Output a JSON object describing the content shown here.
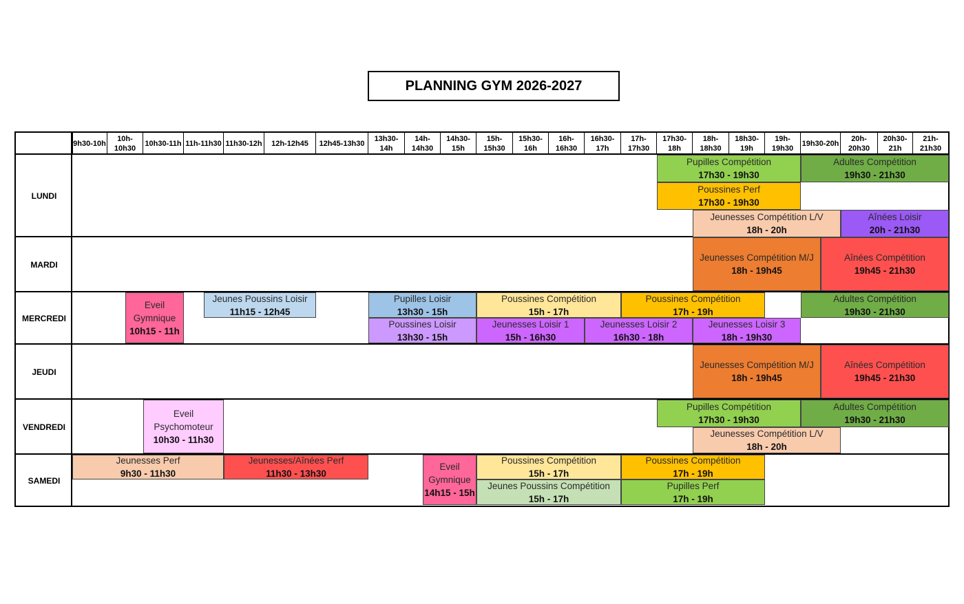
{
  "title": "PLANNING GYM 2026-2027",
  "time_slots": [
    "9h30-10h",
    "10h-10h30",
    "10h30-11h",
    "11h-11h30",
    "11h30-12h",
    "12h-12h45",
    "12h45-13h30",
    "13h30-14h",
    "14h-14h30",
    "14h30-15h",
    "15h-15h30",
    "15h30-16h",
    "16h-16h30",
    "16h30-17h",
    "17h-17h30",
    "17h30-18h",
    "18h-18h30",
    "18h30-19h",
    "19h-19h30",
    "19h30-20h",
    "20h-20h30",
    "20h30-21h",
    "21h-21h30"
  ],
  "days": [
    "LUNDI",
    "MARDI",
    "MERCREDI",
    "JEUDI",
    "VENDREDI",
    "SAMEDI"
  ],
  "sessions": [
    {
      "day": "LUNDI",
      "title": "Pupilles Compétition",
      "time": "17h30 - 19h30",
      "color": "#92d050"
    },
    {
      "day": "LUNDI",
      "title": "Adultes Compétition",
      "time": "19h30 - 21h30",
      "color": "#70ad47"
    },
    {
      "day": "LUNDI",
      "title": "Poussines Perf",
      "time": "17h30 - 19h30",
      "color": "#ffc000"
    },
    {
      "day": "LUNDI",
      "title": "Jeunesses Compétition L/V",
      "time": "18h - 20h",
      "color": "#f8cbad"
    },
    {
      "day": "LUNDI",
      "title": "Aînées Loisir",
      "time": "20h - 21h30",
      "color": "#9b59f5"
    },
    {
      "day": "MARDI",
      "title": "Jeunesses Compétition M/J",
      "time": "18h - 19h45",
      "color": "#ed7d31"
    },
    {
      "day": "MARDI",
      "title": "Aînées Compétition",
      "time": "19h45 - 21h30",
      "color": "#ff5050"
    },
    {
      "day": "MERCREDI",
      "title": "Eveil Gymnique",
      "time": "10h15 - 11h",
      "color": "#ff6699"
    },
    {
      "day": "MERCREDI",
      "title": "Jeunes Poussins Loisir",
      "time": "11h15 - 12h45",
      "color": "#bdd7ee"
    },
    {
      "day": "MERCREDI",
      "title": "Pupilles Loisir",
      "time": "13h30 - 15h",
      "color": "#9dc3e6"
    },
    {
      "day": "MERCREDI",
      "title": "Poussines Compétition",
      "time": "15h - 17h",
      "color": "#ffe699"
    },
    {
      "day": "MERCREDI",
      "title": "Poussines Compétition",
      "time": "17h - 19h",
      "color": "#ffc000"
    },
    {
      "day": "MERCREDI",
      "title": "Adultes  Compétition",
      "time": "19h30 - 21h30",
      "color": "#70ad47"
    },
    {
      "day": "MERCREDI",
      "title": "Poussines Loisir",
      "time": "13h30 - 15h",
      "color": "#cc99ff"
    },
    {
      "day": "MERCREDI",
      "title": "Jeunesses Loisir 1",
      "time": "15h - 16h30",
      "color": "#cc66ff"
    },
    {
      "day": "MERCREDI",
      "title": "Jeunesses Loisir 2",
      "time": "16h30 - 18h",
      "color": "#cc66ff"
    },
    {
      "day": "MERCREDI",
      "title": "Jeunesses Loisir 3",
      "time": "18h - 19h30",
      "color": "#cc66ff"
    },
    {
      "day": "JEUDI",
      "title": "Jeunesses Compétition M/J",
      "time": "18h - 19h45",
      "color": "#ed7d31"
    },
    {
      "day": "JEUDI",
      "title": "Aînées Compétition",
      "time": "19h45 - 21h30",
      "color": "#ff5050"
    },
    {
      "day": "VENDREDI",
      "title": "Eveil Psychomoteur",
      "time": "10h30 - 11h30",
      "color": "#ffccff"
    },
    {
      "day": "VENDREDI",
      "title": "Pupilles Compétition",
      "time": "17h30 - 19h30",
      "color": "#92d050"
    },
    {
      "day": "VENDREDI",
      "title": "Adultes Compétition",
      "time": "19h30 - 21h30",
      "color": "#70ad47"
    },
    {
      "day": "VENDREDI",
      "title": "Jeunesses Compétition L/V",
      "time": "18h - 20h",
      "color": "#f8cbad"
    },
    {
      "day": "SAMEDI",
      "title": "Jeunesses Perf",
      "time": "9h30 - 11h30",
      "color": "#f8cbad"
    },
    {
      "day": "SAMEDI",
      "title": "Jeunesses/Aînées Perf",
      "time": "11h30 - 13h30",
      "color": "#ff5050"
    },
    {
      "day": "SAMEDI",
      "title": "Eveil Gymnique",
      "time": "14h15 - 15h",
      "color": "#ff6699"
    },
    {
      "day": "SAMEDI",
      "title": "Poussines Compétition",
      "time": "15h - 17h",
      "color": "#ffe699"
    },
    {
      "day": "SAMEDI",
      "title": "Poussines Compétition",
      "time": "17h - 19h",
      "color": "#ffc000"
    },
    {
      "day": "SAMEDI",
      "title": "Jeunes Poussins Compétition",
      "time": "15h - 17h",
      "color": "#c5e0b4"
    },
    {
      "day": "SAMEDI",
      "title": "Pupilles Perf",
      "time": "17h - 19h",
      "color": "#92d050"
    }
  ]
}
